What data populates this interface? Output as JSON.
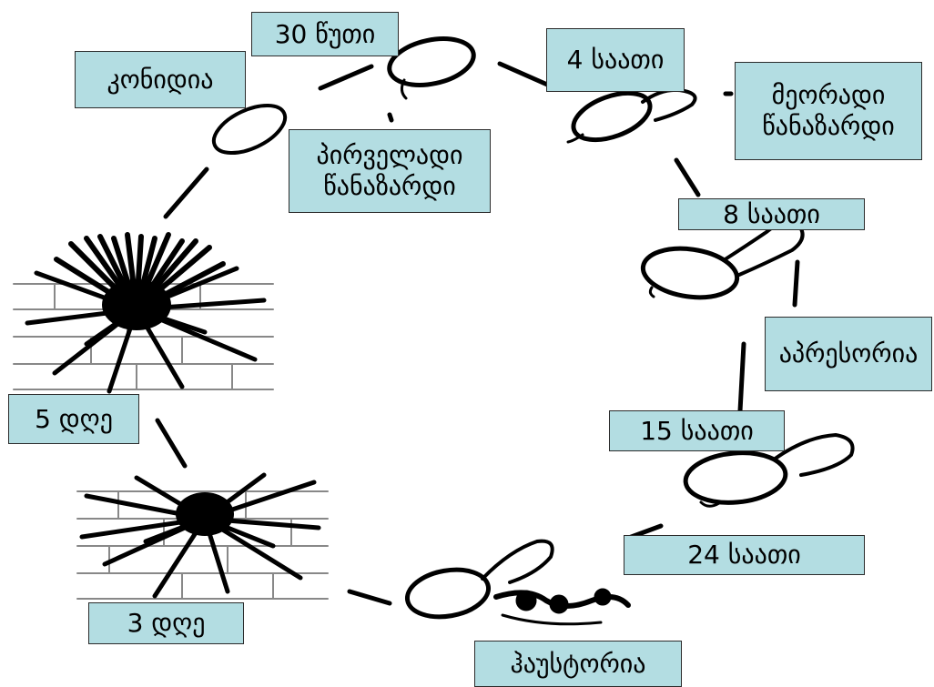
{
  "diagram": {
    "label_fill": "#b3dde2",
    "ink": "#000000",
    "labels": {
      "min30": "30 წუთი",
      "conidia": "კონიდია",
      "primary_1": "პირველადი",
      "primary_2": "წანაზარდი",
      "h4": "4 საათი",
      "secondary_1": "მეორადი",
      "secondary_2": "წანაზარდი",
      "h8": "8 საათი",
      "appressoria": "აპრესორია",
      "h15": "15 საათი",
      "h24": "24 საათი",
      "haustoria": "ჰაუსტორია",
      "day3": "3 დღე",
      "day5": "5 დღე"
    }
  }
}
